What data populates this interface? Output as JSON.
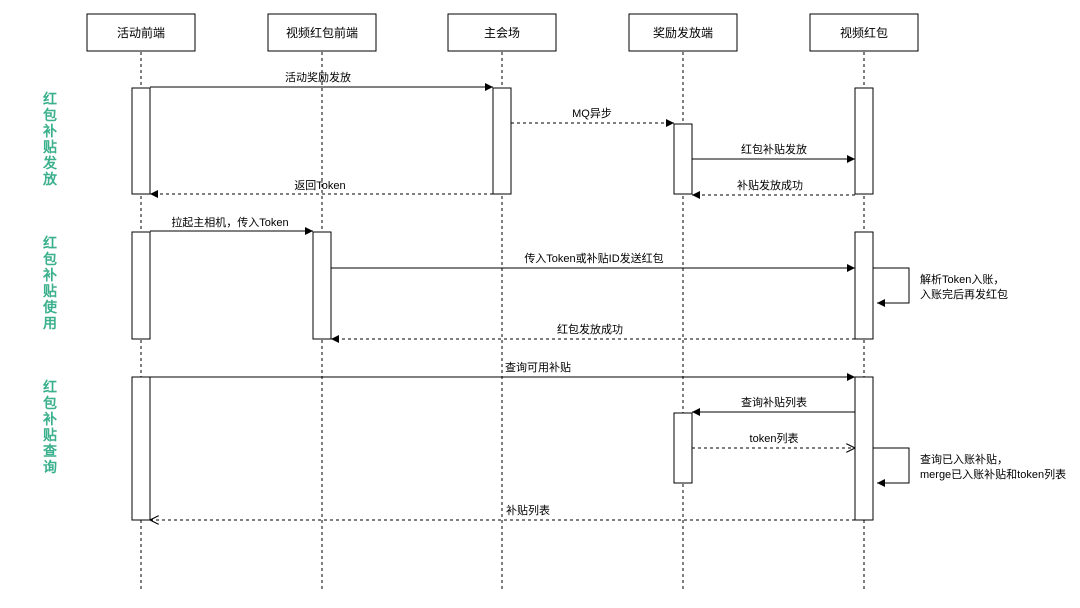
{
  "participants": {
    "activity_frontend": "活动前端",
    "video_redpacket_frontend": "视频红包前端",
    "main_venue": "主会场",
    "reward_service": "奖励发放端",
    "video_redpacket": "视频红包"
  },
  "sections": {
    "issue": "红包补贴发放",
    "use": "红包补贴使用",
    "query": "红包补贴查询"
  },
  "messages": {
    "m1": "活动奖励发放",
    "m2": "MQ异步",
    "m3": "红包补贴发放",
    "m4": "补贴发放成功",
    "m5": "返回Token",
    "m6": "拉起主相机，传入Token",
    "m7": "传入Token或补贴ID发送红包",
    "m8_line1": "解析Token入账，",
    "m8_line2": "入账完后再发红包",
    "m9": "红包发放成功",
    "m10": "查询可用补贴",
    "m11": "查询补贴列表",
    "m12": "token列表",
    "m13_line1": "查询已入账补贴，",
    "m13_line2": "merge已入账补贴和token列表",
    "m14": "补贴列表"
  }
}
